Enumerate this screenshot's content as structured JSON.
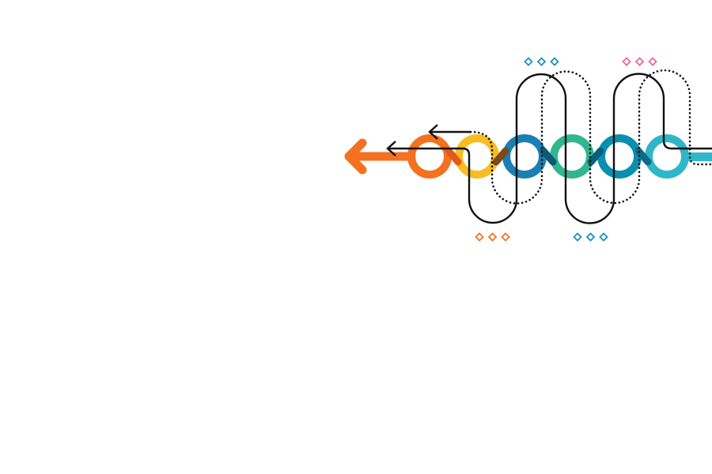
{
  "illustration": {
    "ring_colors": [
      "#f47120",
      "#f7bd22",
      "#1a7fb4",
      "#31b68f",
      "#0b8fb0",
      "#2fb7c9"
    ],
    "arrow_color": "#f47120",
    "tail_color": "#2fb7c9",
    "line_color": "#111111",
    "diamond_groups": [
      {
        "position": "top-left",
        "color": "#1a8fbf"
      },
      {
        "position": "top-right",
        "color": "#f2648f"
      },
      {
        "position": "bottom-left",
        "color": "#f47120"
      },
      {
        "position": "bottom-right",
        "color": "#1a8fbf"
      }
    ]
  }
}
